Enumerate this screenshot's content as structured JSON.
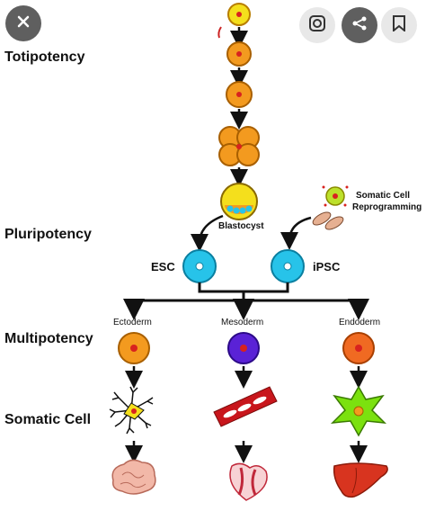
{
  "toolbar": {
    "close_icon": "close-icon",
    "lens_icon": "lens-icon",
    "share_icon": "share-icon",
    "bookmark_icon": "bookmark-icon"
  },
  "stages": {
    "totipotency": "Totipotency",
    "pluripotency": "Pluripotency",
    "multipotency": "Multipotency",
    "somatic_cell": "Somatic Cell"
  },
  "labels": {
    "blastocyst": "Blastocyst",
    "somatic_reprogramming_line1": "Somatic Cell",
    "somatic_reprogramming_line2": "Reprogramming",
    "esc": "ESC",
    "ipsc": "iPSC",
    "ectoderm": "Ectoderm",
    "mesoderm": "Mesoderm",
    "endoderm": "Endoderm"
  },
  "colors": {
    "orange_cell": "#f39a1f",
    "red_nucleus": "#d8221f",
    "stem_cyan": "#27c3e9",
    "mesoderm_purple": "#5a22d6",
    "endoderm_green": "#7be10f",
    "zygote_yellow": "#f4df1c"
  }
}
